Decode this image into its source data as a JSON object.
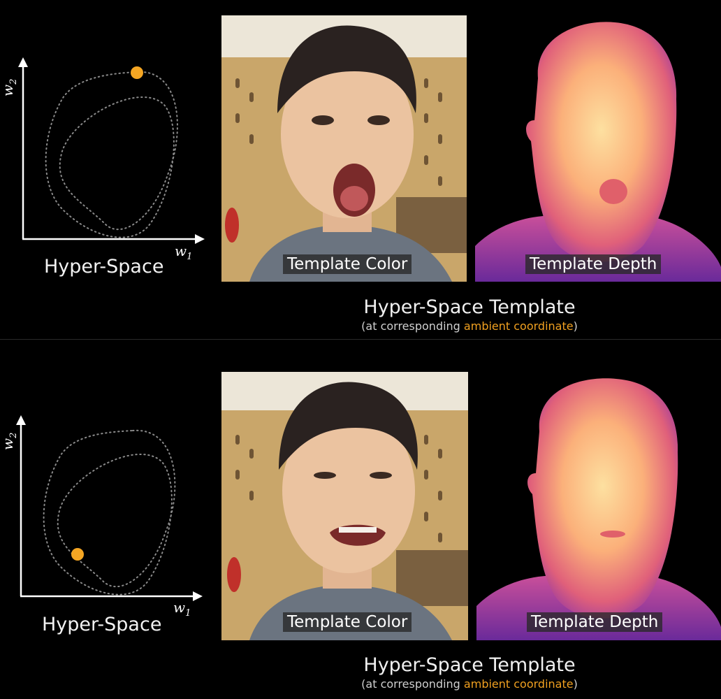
{
  "panels": [
    {
      "hyper_space_label": "Hyper-Space",
      "axis_x_label": "w",
      "axis_x_sub": "1",
      "axis_y_label": "w",
      "axis_y_sub": "2",
      "color_caption": "Template Color",
      "depth_caption": "Template Depth",
      "title": "Hyper-Space Template",
      "subtitle_prefix": "(at corresponding ",
      "subtitle_highlight": "ambient coordinate",
      "subtitle_suffix": ")"
    },
    {
      "hyper_space_label": "Hyper-Space",
      "axis_x_label": "w",
      "axis_x_sub": "1",
      "axis_y_label": "w",
      "axis_y_sub": "2",
      "color_caption": "Template Color",
      "depth_caption": "Template Depth",
      "title": "Hyper-Space Template",
      "subtitle_prefix": "(at corresponding ",
      "subtitle_highlight": "ambient coordinate",
      "subtitle_suffix": ")"
    }
  ],
  "colors": {
    "marker": "#f5a623",
    "highlight": "#f0a020",
    "background": "#000000"
  }
}
